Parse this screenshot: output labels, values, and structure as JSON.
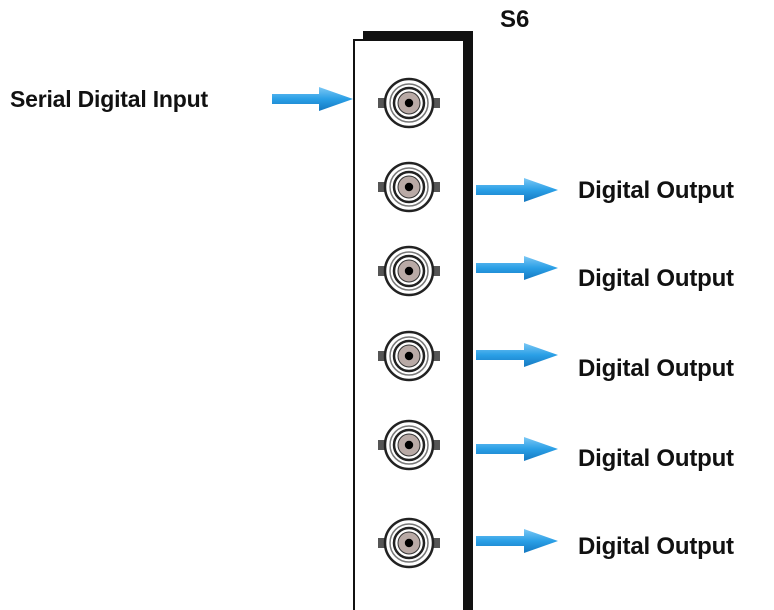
{
  "slot_label": "S6",
  "input": {
    "label": "Serial Digital Input"
  },
  "outputs": [
    {
      "label": "Digital Output"
    },
    {
      "label": "Digital Output"
    },
    {
      "label": "Digital Output"
    },
    {
      "label": "Digital Output"
    },
    {
      "label": "Digital Output"
    }
  ],
  "colors": {
    "arrow": "#2a9fe6",
    "panel_shadow": "#111111",
    "connector_ring": "#222222",
    "connector_center": "#b9aaa6"
  },
  "icons": {
    "connector": "bnc-connector-icon",
    "arrow": "arrow-right-icon"
  }
}
